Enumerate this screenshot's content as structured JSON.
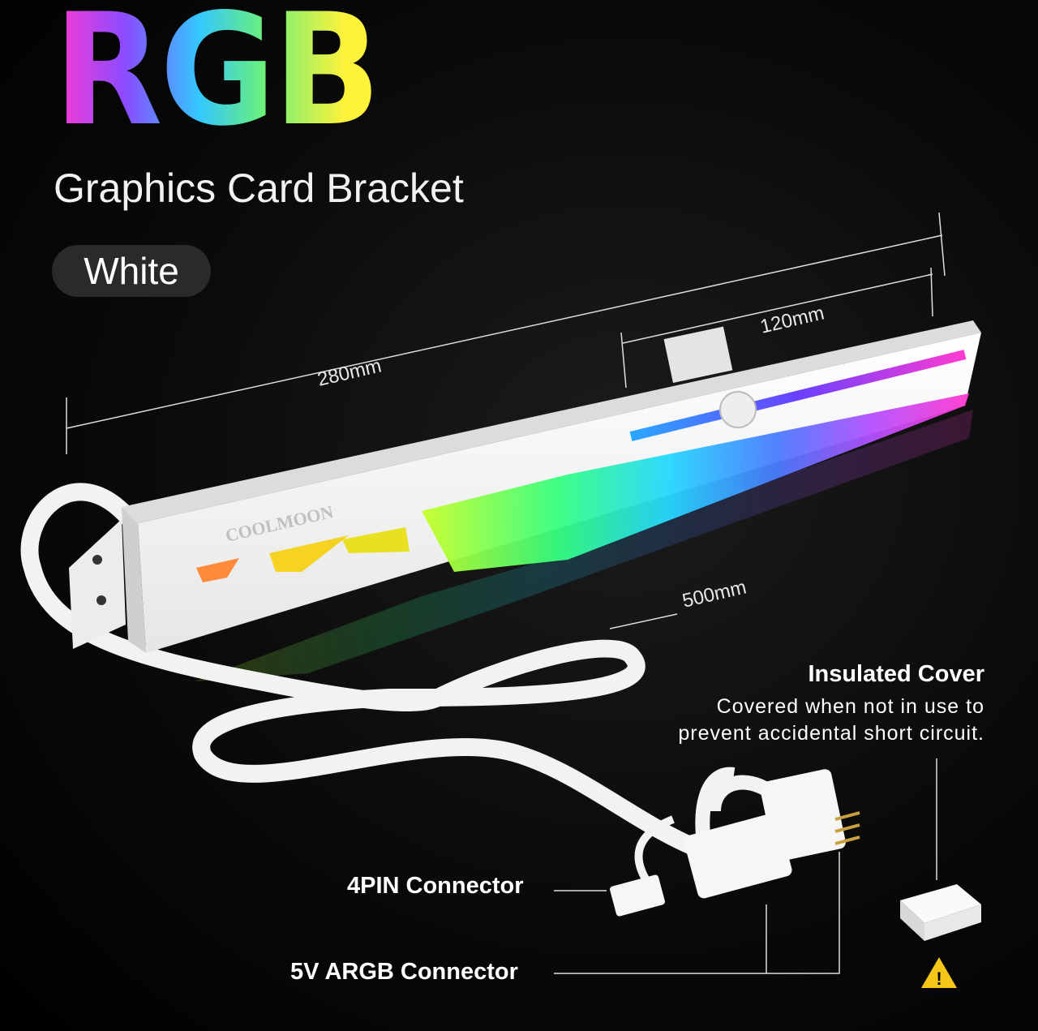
{
  "header": {
    "title": "RGB",
    "subtitle": "Graphics Card Bracket",
    "color_option": "White"
  },
  "product": {
    "brand": "COOLMOON",
    "dimensions": {
      "total_length": "280mm",
      "adjust_range": "120mm",
      "cable_length": "500mm"
    }
  },
  "callouts": {
    "insulated_cover": {
      "title": "Insulated Cover",
      "description_line1": "Covered when not in use to",
      "description_line2": "prevent accidental short circuit."
    },
    "connector_4pin": "4PIN Connector",
    "connector_argb": "5V ARGB Connector"
  },
  "colors": {
    "background": "#000000",
    "bracket": "#f4f4f4",
    "warning": "#f5c518"
  }
}
